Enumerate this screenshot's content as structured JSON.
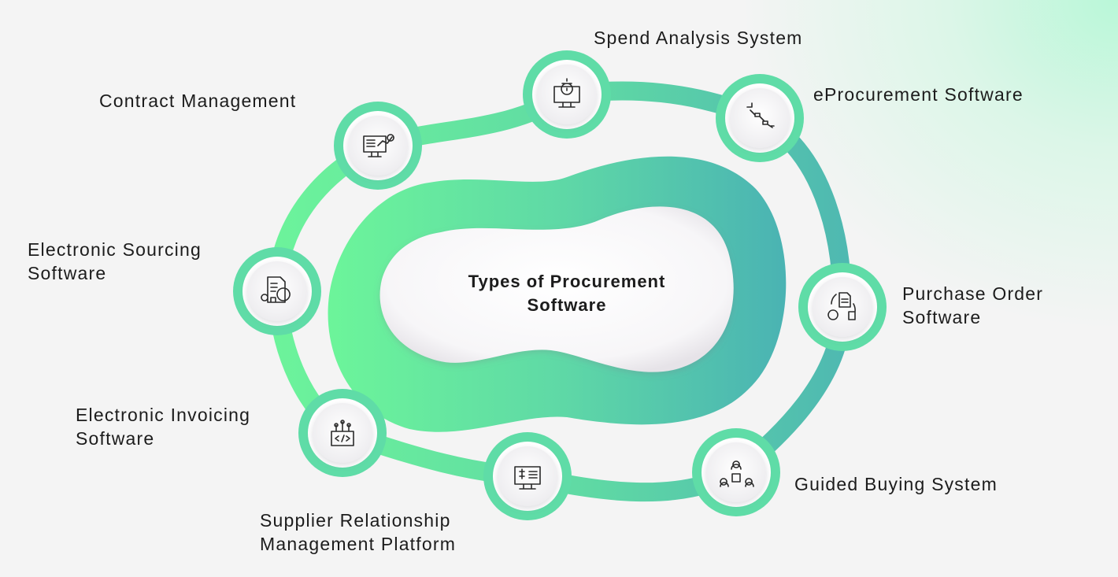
{
  "center": {
    "line1": "Types of Procurement",
    "line2": "Software"
  },
  "colors": {
    "green_light": "#66f29a",
    "teal": "#4bb5b2",
    "ring": "#5fd9a6",
    "text": "#1c1c1c"
  },
  "nodes": [
    {
      "id": "spend-analysis",
      "icon": "gear-monitor-icon",
      "lines": [
        "Spend Analysis System"
      ]
    },
    {
      "id": "eprocurement",
      "icon": "workflow-steps-icon",
      "lines": [
        "eProcurement Software"
      ]
    },
    {
      "id": "purchase-order",
      "icon": "order-cycle-icon",
      "lines": [
        "Purchase Order",
        "Software"
      ]
    },
    {
      "id": "guided-buying",
      "icon": "buyers-cycle-icon",
      "lines": [
        "Guided Buying System"
      ]
    },
    {
      "id": "supplier-relationship",
      "icon": "invoice-monitor-icon",
      "lines": [
        "Supplier Relationship",
        "Management Platform"
      ]
    },
    {
      "id": "electronic-invoicing",
      "icon": "code-box-icon",
      "lines": [
        "Electronic Invoicing",
        "Software"
      ]
    },
    {
      "id": "electronic-sourcing",
      "icon": "document-gear-icon",
      "lines": [
        "Electronic Sourcing",
        "Software"
      ]
    },
    {
      "id": "contract-management",
      "icon": "monitor-chart-icon",
      "lines": [
        "Contract Management"
      ]
    }
  ]
}
